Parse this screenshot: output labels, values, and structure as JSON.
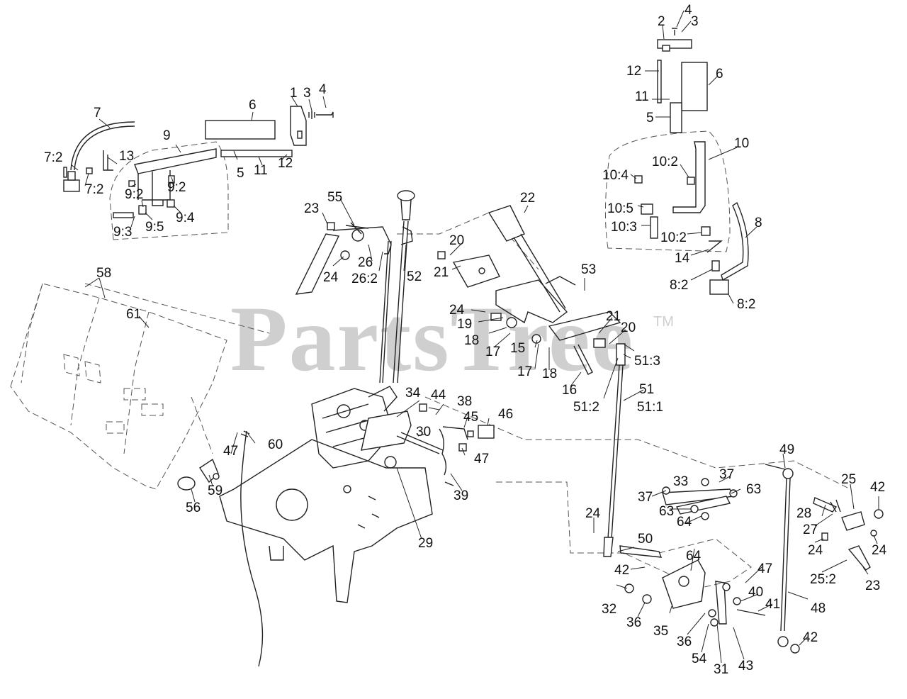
{
  "watermark": {
    "text": "PartsTree",
    "trademark": "TM"
  },
  "callouts": [
    "1",
    "2",
    "3",
    "3",
    "4",
    "4",
    "5",
    "5",
    "6",
    "6",
    "7",
    "7:2",
    "7:2",
    "8",
    "8:2",
    "8:2",
    "9",
    "9:2",
    "9:2",
    "9:3",
    "9:4",
    "9:5",
    "10",
    "10:2",
    "10:2",
    "10:3",
    "10:4",
    "10:5",
    "11",
    "11",
    "12",
    "12",
    "13",
    "14",
    "15",
    "16",
    "17",
    "17",
    "18",
    "18",
    "19",
    "20",
    "20",
    "21",
    "21",
    "22",
    "23",
    "23",
    "24",
    "24",
    "24",
    "24",
    "24",
    "25",
    "25:2",
    "26",
    "26:2",
    "27",
    "28",
    "29",
    "30",
    "31",
    "32",
    "33",
    "34",
    "35",
    "36",
    "36",
    "37",
    "37",
    "38",
    "39",
    "40",
    "41",
    "42",
    "42",
    "42",
    "43",
    "44",
    "45",
    "46",
    "47",
    "47",
    "47",
    "48",
    "49",
    "50",
    "51",
    "51:1",
    "51:2",
    "51:3",
    "52",
    "53",
    "54",
    "55",
    "56",
    "58",
    "59",
    "60",
    "61",
    "63",
    "63",
    "64",
    "64"
  ]
}
